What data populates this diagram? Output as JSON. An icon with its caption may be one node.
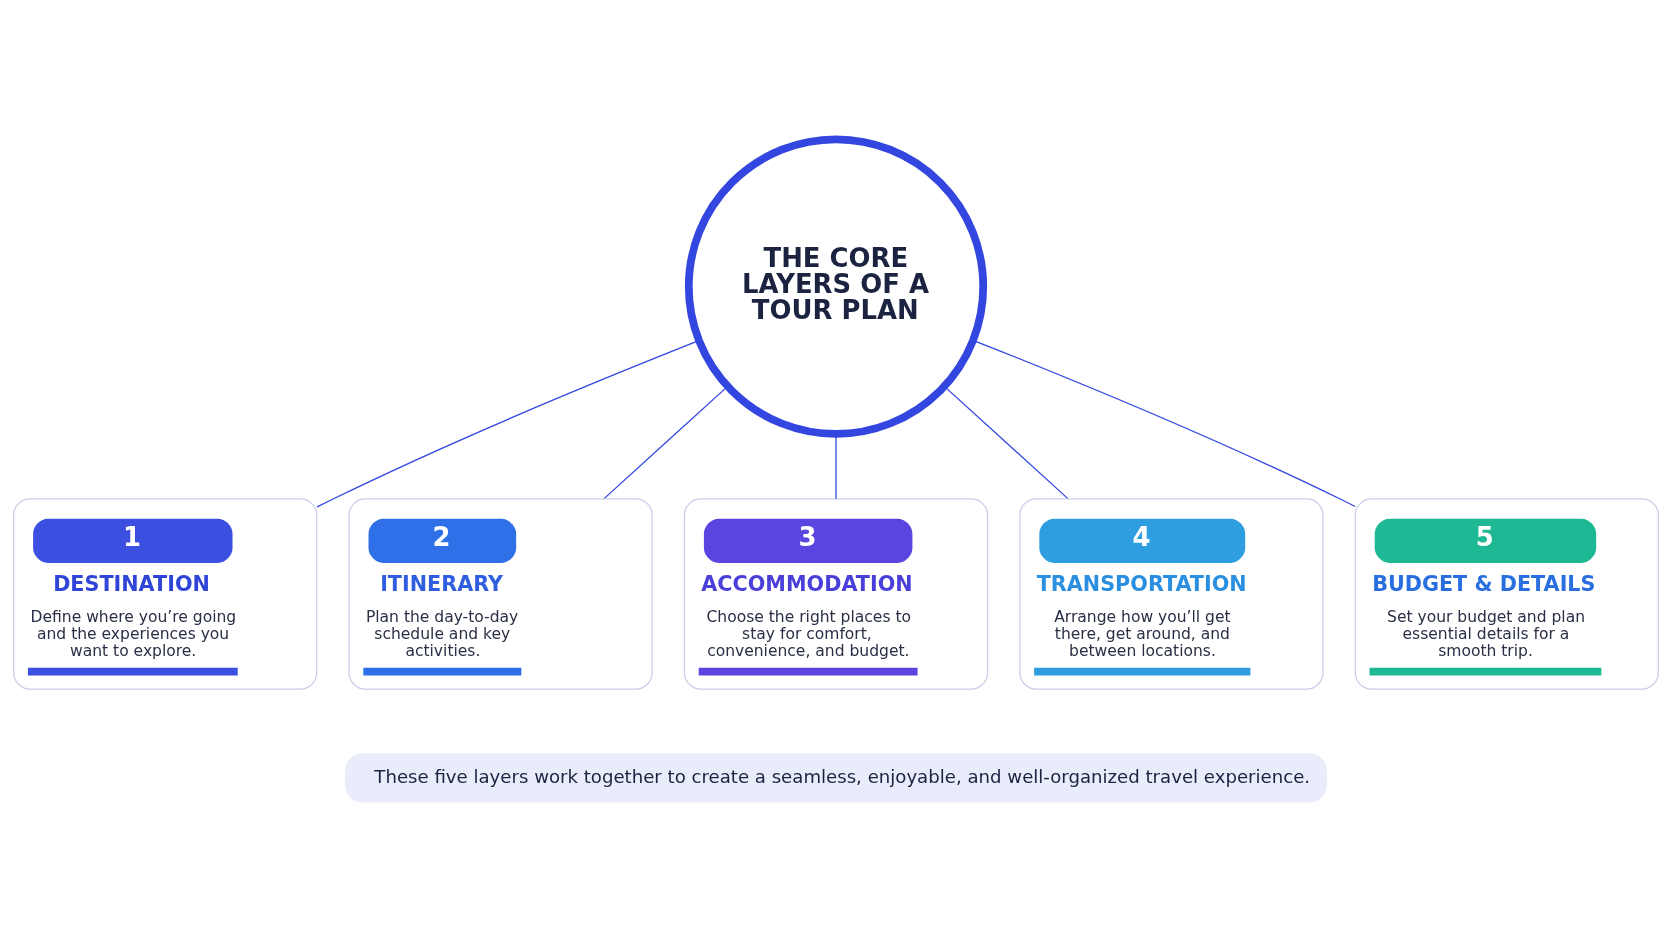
{
  "diagram": {
    "nodes": [
      {
        "text": [
          "THE CORE LAYERS OF A TOUR PLAN"
        ]
      },
      {
        "text": [
          "1",
          "DESTINATION",
          "Define where you’re going and the experiences you want to explore."
        ]
      },
      {
        "text": [
          "2",
          "ITINERARY",
          "Plan the day-to-day schedule and key activities."
        ]
      },
      {
        "text": [
          "3",
          "ACCOMMODATION",
          "Choose the right places to stay for comfort, convenience, and budget."
        ]
      },
      {
        "text": [
          "4",
          "TRANSPORTATION",
          "Arrange how you’ll get there, get around, and between locations."
        ]
      },
      {
        "text": [
          "5",
          "BUDGET & DETAILS",
          "Set your budget and plan essential details for a smooth trip."
        ]
      },
      {
        "text": [
          "These five layers work together to create a seamless, enjoyable, and well-organized travel experience."
        ]
      }
    ],
    "edges": [
      {
        "from": 0,
        "to": 1,
        "arrow": "none"
      },
      {
        "from": 0,
        "to": 2,
        "arrow": "none"
      },
      {
        "from": 0,
        "to": 3,
        "arrow": "none"
      },
      {
        "from": 0,
        "to": 4,
        "arrow": "none"
      },
      {
        "from": 0,
        "to": 5,
        "arrow": "none"
      }
    ]
  }
}
